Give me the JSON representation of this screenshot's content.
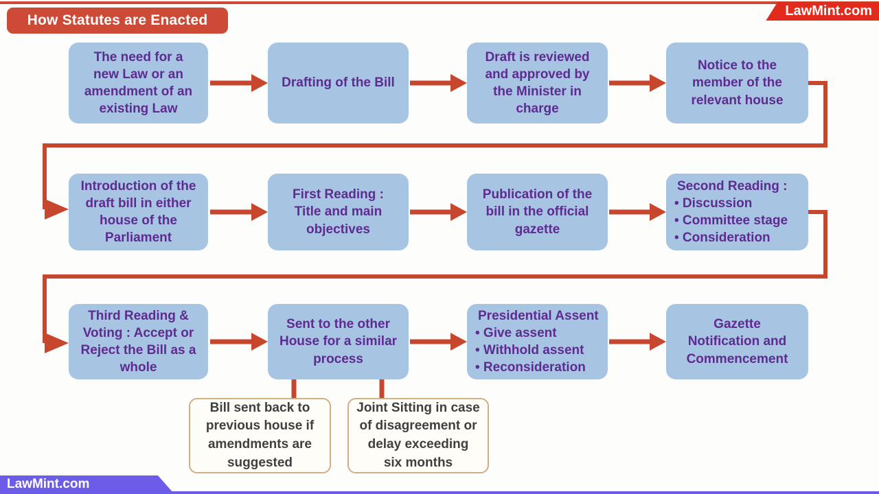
{
  "header": {
    "title": "How Statutes are Enacted",
    "brand": "LawMint.com"
  },
  "footer": {
    "brand": "LawMint.com"
  },
  "colors": {
    "box_blue": "#a7c4e2",
    "text_purple": "#5e2b90",
    "arrow_red": "#c6462e",
    "title_red": "#cd4a36",
    "banner_red": "#e32b1d",
    "banner_purple": "#6c5ce7",
    "note_border": "#d2ab87",
    "note_text": "#3f3f3f"
  },
  "flow": {
    "need_for_law": "The need for a\nnew Law or an\namendment of an\nexisting Law",
    "drafting": "Drafting of the Bill",
    "draft_review": "Draft is reviewed\nand approved by\nthe Minister in\ncharge",
    "notice": "Notice to the\nmember of the\nrelevant house",
    "introduction": "Introduction of the\ndraft bill in either\nhouse of the\nParliament",
    "first_reading": "First Reading :\nTitle and main\nobjectives",
    "publication": "Publication of the\nbill in the official\ngazette",
    "second_reading": {
      "title": "Second Reading :",
      "items": [
        "• Discussion",
        "• Committee stage",
        "• Consideration"
      ]
    },
    "third_reading": "Third Reading &\nVoting : Accept or\nReject the Bill as a\nwhole",
    "sent_other_house": "Sent to the other\nHouse for a similar\nprocess",
    "presidential_assent": {
      "title": "Presidential Assent",
      "items": [
        "• Give assent",
        "• Withhold assent",
        "• Reconsideration"
      ]
    },
    "gazette": "Gazette\nNotification and\nCommencement",
    "notes": [
      "Bill sent back to\nprevious house if\namendments are\nsuggested",
      "Joint Sitting in case\nof disagreement or\ndelay exceeding\nsix months"
    ]
  }
}
